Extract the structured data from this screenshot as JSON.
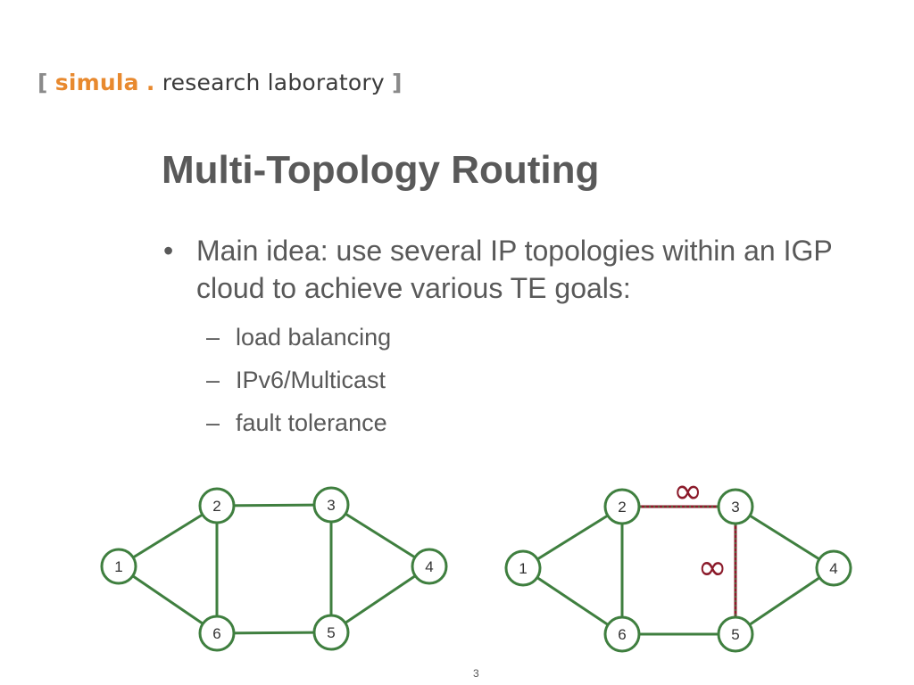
{
  "logo": {
    "open_bracket": "[",
    "brand": "simula",
    "dot": ".",
    "rest": "research laboratory",
    "close_bracket": "]"
  },
  "slide": {
    "title": "Multi-Topology Routing",
    "bullet_mark": "•",
    "bullet": "Main idea: use several IP topologies within an IGP cloud to achieve various TE goals:",
    "sub_mark": "–",
    "sub_items": [
      "load balancing",
      "IPv6/Multicast",
      "fault tolerance"
    ],
    "page_number": "3"
  },
  "graphs": {
    "edge_color": "#3f7f3f",
    "excluded_color": "#8b1a2a",
    "infinity_symbol": "∞",
    "left": {
      "nodes": [
        "1",
        "2",
        "3",
        "4",
        "5",
        "6"
      ],
      "edges": [
        [
          "1",
          "2"
        ],
        [
          "1",
          "6"
        ],
        [
          "2",
          "3"
        ],
        [
          "2",
          "6"
        ],
        [
          "3",
          "4"
        ],
        [
          "3",
          "5"
        ],
        [
          "4",
          "5"
        ],
        [
          "5",
          "6"
        ]
      ]
    },
    "right": {
      "nodes": [
        "1",
        "2",
        "3",
        "4",
        "5",
        "6"
      ],
      "edges": [
        [
          "1",
          "2"
        ],
        [
          "1",
          "6"
        ],
        [
          "2",
          "6"
        ],
        [
          "3",
          "4"
        ],
        [
          "4",
          "5"
        ],
        [
          "5",
          "6"
        ]
      ],
      "excluded_edges": [
        [
          "2",
          "3"
        ],
        [
          "3",
          "5"
        ]
      ]
    }
  }
}
